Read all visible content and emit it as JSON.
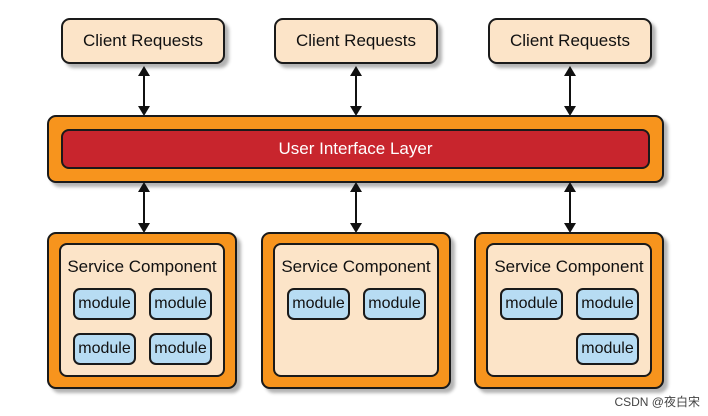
{
  "client_requests": [
    {
      "label": "Client Requests"
    },
    {
      "label": "Client Requests"
    },
    {
      "label": "Client Requests"
    }
  ],
  "ui_layer": {
    "label": "User Interface Layer"
  },
  "services": [
    {
      "title": "Service Component",
      "modules": [
        "module",
        "module",
        "module",
        "module"
      ]
    },
    {
      "title": "Service Component",
      "modules": [
        "module",
        "module"
      ]
    },
    {
      "title": "Service Component",
      "modules": [
        "module",
        "module",
        "module"
      ]
    }
  ],
  "watermark": "CSDN @夜白宋",
  "colors": {
    "orange": "#f7941d",
    "cream": "#fce4c8",
    "red": "#c8252d",
    "module_blue": "#b7dcf3"
  }
}
